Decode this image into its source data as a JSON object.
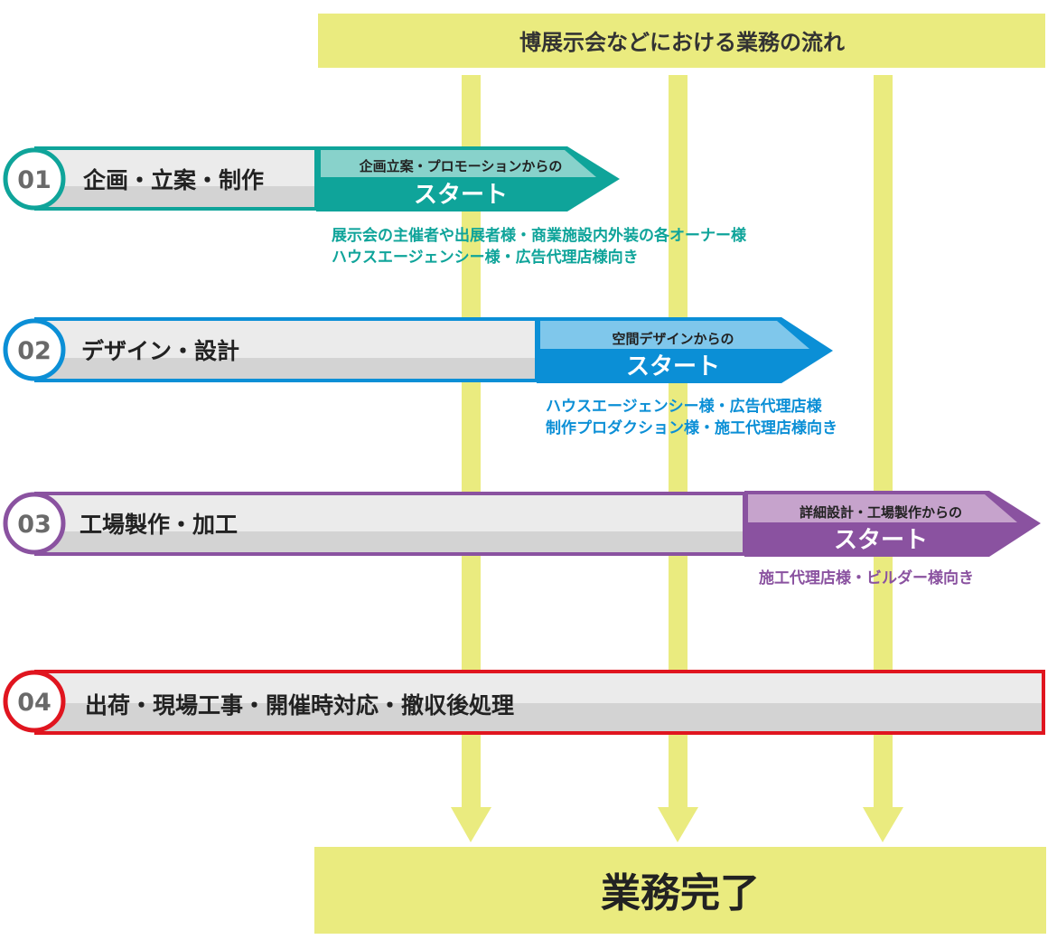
{
  "header": {
    "title": "博展示会などにおける業務の流れ"
  },
  "colors": {
    "flow_yellow": "#eaeb7f",
    "stage1": "#0fa49a",
    "stage1_light": "#88d2cb",
    "stage2": "#0b8fd6",
    "stage2_light": "#7fc7eb",
    "stage3": "#8a52a0",
    "stage3_light": "#c6a3cc",
    "stage4": "#e0151f",
    "bar_light": "#ebebeb",
    "bar_dark": "#d3d3d3"
  },
  "stages": [
    {
      "number": "01",
      "label": "企画・立案・制作",
      "start_sub": "企画立案・プロモーションからの",
      "start_main": "スタート",
      "targets": [
        "展示会の主催者や出展者様・商業施設内外装の各オーナー様",
        "ハウスエージェンシー様・広告代理店様向き"
      ]
    },
    {
      "number": "02",
      "label": "デザイン・設計",
      "start_sub": "空間デザインからの",
      "start_main": "スタート",
      "targets": [
        "ハウスエージェンシー様・広告代理店様",
        "制作プロダクション様・施工代理店様向き"
      ]
    },
    {
      "number": "03",
      "label": "工場製作・加工",
      "start_sub": "詳細設計・工場製作からの",
      "start_main": "スタート",
      "targets": [
        "施工代理店様・ビルダー様向き"
      ]
    },
    {
      "number": "04",
      "label": "出荷・現場工事・開催時対応・撤収後処理"
    }
  ],
  "completion": {
    "label": "業務完了"
  }
}
